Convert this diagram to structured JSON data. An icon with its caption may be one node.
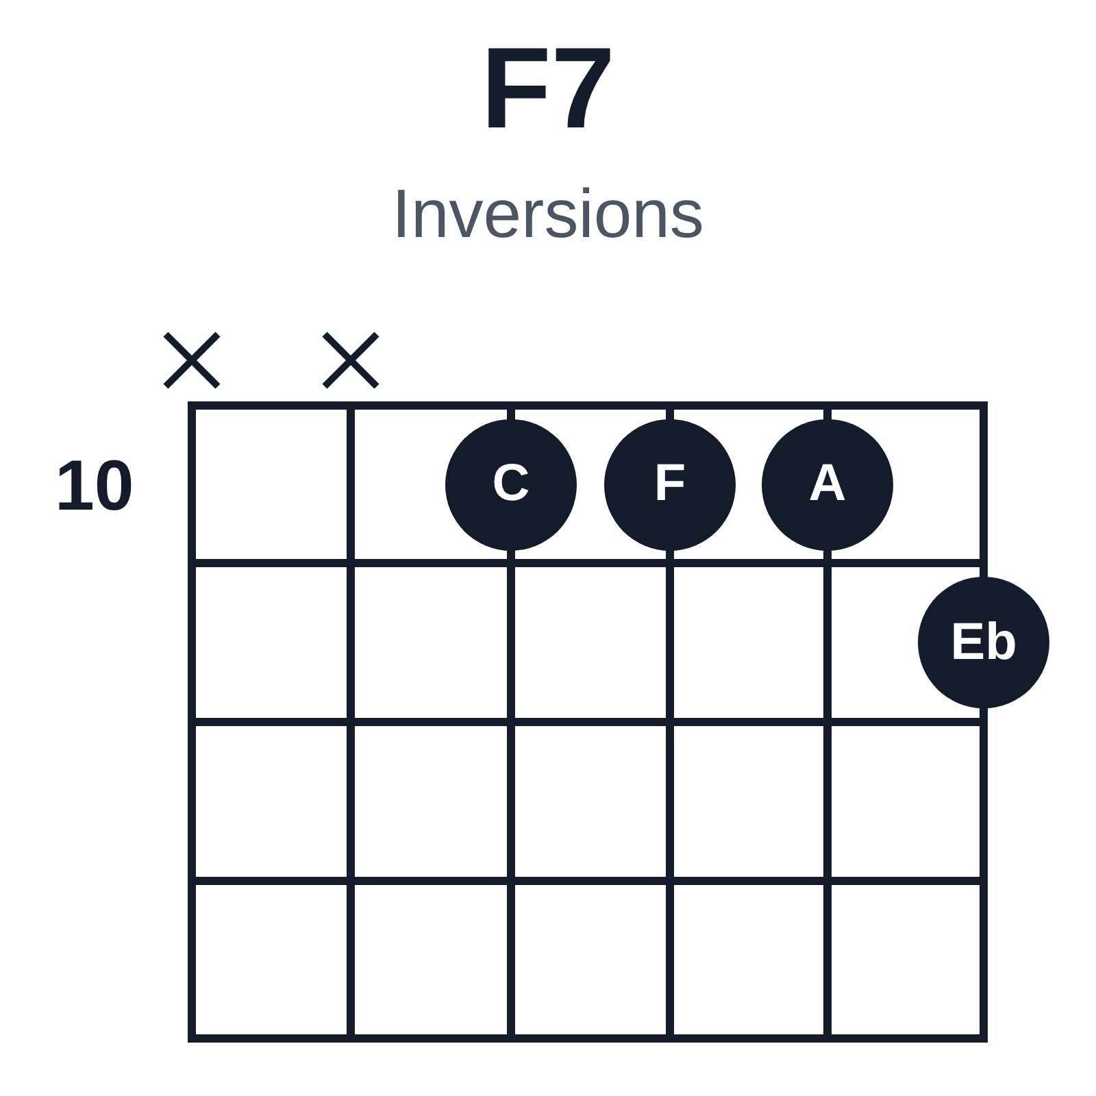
{
  "diagram": {
    "title": "F7",
    "nodes": [
      {
        "text": [
          "C"
        ]
      },
      {
        "text": [
          "F"
        ]
      },
      {
        "text": [
          "A"
        ]
      },
      {
        "text": [
          "Eb"
        ]
      }
    ],
    "labels": [
      "Inversions",
      "10"
    ]
  }
}
